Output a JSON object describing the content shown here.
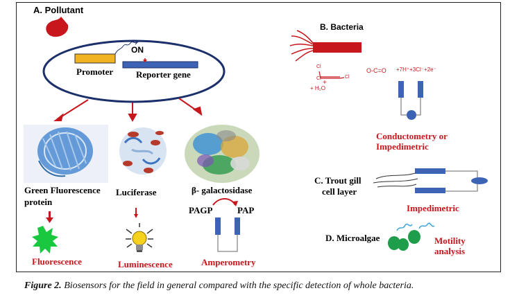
{
  "panelA": {
    "title": "A. Pollutant",
    "on_label": "ON",
    "promoter": "Promoter",
    "reporter": "Reporter gene",
    "gfp_label": "Green Fluorescence",
    "gfp_label2": "protein",
    "luc_label": "Luciferase",
    "gal_label": "β- galactosidase",
    "pagp": "PAGP",
    "pap": "PAP",
    "out_fluor": "Fluorescence",
    "out_lum": "Luminescence",
    "out_amp": "Amperometry"
  },
  "panelB": {
    "title": "B. Bacteria",
    "chem_cl1": "Cl",
    "chem_cl2": "Cl",
    "chem_cl3": "Cl",
    "chem_plus": "+",
    "chem_h2o": "+ H₂O",
    "chem_co2": "O-C=O",
    "chem_products": "+7H⁺+3Cl⁻+2e⁻",
    "out1": "Conductometry or",
    "out2": "Impedimetric"
  },
  "panelC": {
    "title1": "C. Trout gill",
    "title2": "cell layer",
    "out": "Impedimetric"
  },
  "panelD": {
    "title": "D. Microalgae",
    "out1": "Motility",
    "out2": "analysis"
  },
  "caption": {
    "label": "Figure 2.",
    "text": " Biosensors for the field in general compared with the specific detection of whole bacteria."
  },
  "colors": {
    "red": "#c8161d",
    "navy": "#1b2f6b",
    "blue": "#3d63b5",
    "orange": "#f2b322",
    "green": "#1e9e4a"
  }
}
